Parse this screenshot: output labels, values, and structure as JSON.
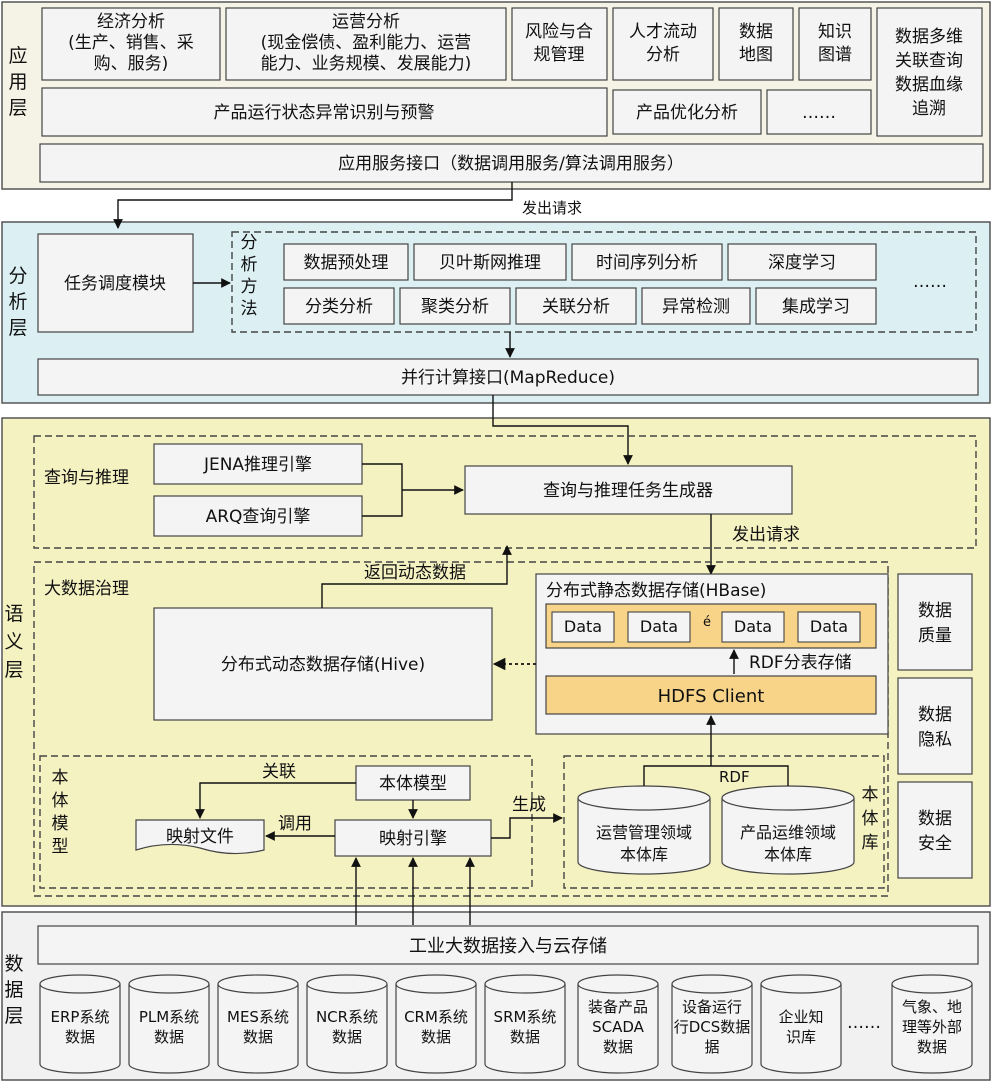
{
  "colors": {
    "app_layer_bg": "#f5f3e6",
    "analysis_layer_bg": "#dcf0f4",
    "semantic_layer_bg": "#f5f2c2",
    "data_layer_bg": "#f1f1f1",
    "box_fill": "#f4f4f4",
    "highlight_fill": "#f7d488",
    "border": "#444444"
  },
  "layers": {
    "application": {
      "label": "应用层",
      "modules": [
        {
          "text": "经济分析\n(生产、销售、采\n购、服务)"
        },
        {
          "text": "运营分析\n(现金偿债、盈利能力、运营\n能力、业务规模、发展能力)"
        },
        {
          "text": "风险与合\n规管理"
        },
        {
          "text": "人才流动\n分析"
        },
        {
          "text": "数据\n地图"
        },
        {
          "text": "知识\n图谱"
        }
      ],
      "side_module": "数据多维\n关联查询\n数据血缘\n追溯",
      "anomaly_warning": "产品运行状态异常识别与预警",
      "optimization": "产品优化分析",
      "more": "……",
      "service_interface": "应用服务接口（数据调用服务/算法调用服务）"
    },
    "request_label_top": "发出请求",
    "analysis": {
      "label": "分析层",
      "scheduler": "任务调度模块",
      "methods_label": "分\n析\n方\n法",
      "methods_row1": [
        "数据预处理",
        "贝叶斯网推理",
        "时间序列分析",
        "深度学习"
      ],
      "methods_row2": [
        "分类分析",
        "聚类分析",
        "关联分析",
        "异常检测",
        "集成学习"
      ],
      "more": "……",
      "parallel_interface": "并行计算接口(MapReduce)"
    },
    "semantic": {
      "label": "语义层",
      "query_reasoning": {
        "label": "查询与推理",
        "jena": "JENA推理引擎",
        "arq": "ARQ查询引擎",
        "task_generator": "查询与推理任务生成器",
        "request_label": "发出请求"
      },
      "governance": {
        "label": "大数据治理",
        "return_label": "返回动态数据",
        "hive": "分布式动态数据存储(Hive)",
        "hbase_label": "分布式静态数据存储(HBase)",
        "data_cells": [
          "Data",
          "Data",
          "Data",
          "Data"
        ],
        "stray_mark": "é",
        "rdf_store_label": "RDF分表存储",
        "hdfs": "HDFS Client",
        "rdf_label": "RDF"
      },
      "ontology": {
        "label": "本\n体\n模\n型",
        "model": "本体模型",
        "mapping_file": "映射文件",
        "mapping_engine": "映射引擎",
        "associate_label": "关联",
        "invoke_label": "调用",
        "generate_label": "生成",
        "library_label": "本\n体\n库",
        "libraries": [
          "运营管理领域\n本体库",
          "产品运维领域\n本体库"
        ]
      },
      "side_items": [
        "数据\n质量",
        "数据\n隐私",
        "数据\n安全"
      ]
    },
    "data": {
      "label": "数据层",
      "ingestion": "工业大数据接入与云存储",
      "sources": [
        "ERP系统\n数据",
        "PLM系统\n数据",
        "MES系统\n数据",
        "NCR系统\n数据",
        "CRM系统\n数据",
        "SRM系统\n数据",
        "装备产品\nSCADA\n数据",
        "设备运行\n行DCS数据\n据",
        "企业知\n识库"
      ],
      "more": "……",
      "external": "气象、地\n理等外部\n数据"
    }
  }
}
